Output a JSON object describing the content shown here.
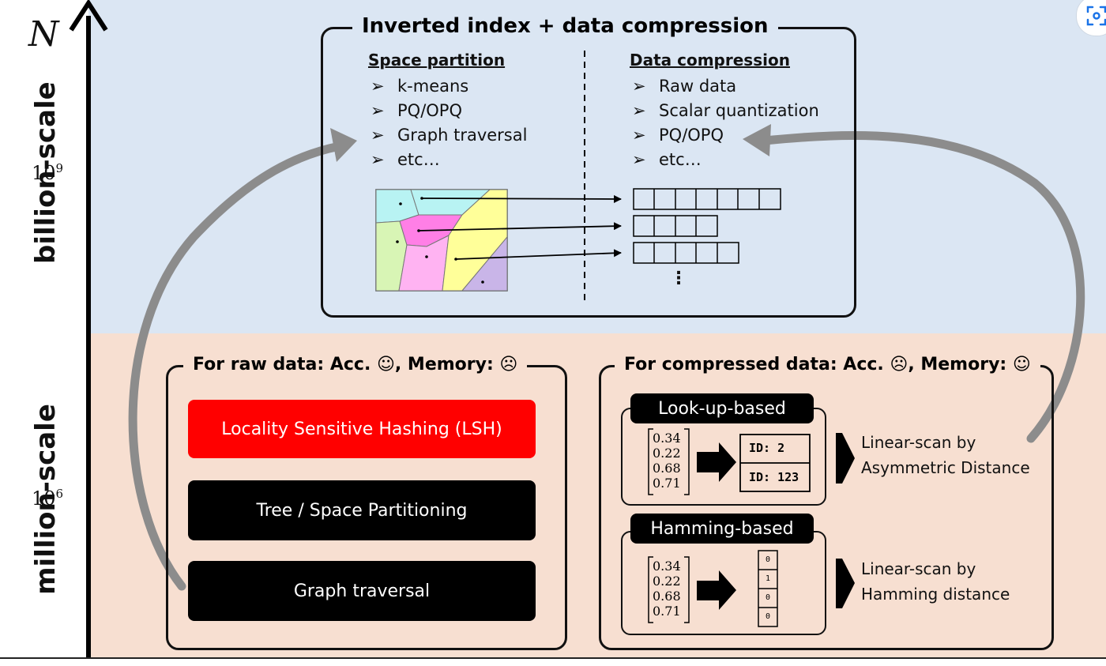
{
  "axis": {
    "n_label": "N",
    "tick_billion": "10",
    "tick_billion_exp": "9",
    "tick_million": "10",
    "tick_million_exp": "6"
  },
  "regions": {
    "billion": "billion-scale",
    "million": "million-scale"
  },
  "top_box": {
    "title": "Inverted index + data compression",
    "left_heading": "Space partition",
    "left_items": [
      "k-means",
      "PQ/OPQ",
      "Graph traversal",
      "etc…"
    ],
    "right_heading": "Data compression",
    "right_items": [
      "Raw data",
      "Scalar quantization",
      "PQ/OPQ",
      "etc…"
    ],
    "ellipsis": "⋮",
    "list_marker": "➢"
  },
  "raw_box": {
    "title": "For raw data: Acc. ☺, Memory: ☹",
    "methods": [
      "Locality Sensitive Hashing (LSH)",
      "Tree / Space Partitioning",
      "Graph traversal"
    ]
  },
  "comp_box": {
    "title": "For compressed data: Acc. ☹, Memory: ☺",
    "lookup_tag": "Look-up-based",
    "hamming_tag": "Hamming-based",
    "vector": [
      "0.34",
      "0.22",
      "0.68",
      "0.71"
    ],
    "ids": [
      "ID: 2",
      "ID: 123"
    ],
    "bits": [
      "0",
      "1",
      "0",
      "0"
    ],
    "lookup_desc": [
      "Linear-scan by",
      "Asymmetric Distance"
    ],
    "hamming_desc": [
      "Linear-scan by",
      "Hamming distance"
    ]
  },
  "colors": {
    "top_band": "#dbe6f3",
    "bottom_band": "#f7dfd1",
    "lsh": "#ff0000",
    "method": "#000000",
    "curve_arrow": "#8c8c8c",
    "voronoi": [
      "#b8f3f3",
      "#d8f5b5",
      "#ff7fe6",
      "#ffb3f2",
      "#ffff99",
      "#c9b5e8"
    ]
  },
  "icons": {
    "corner": "scan-icon"
  }
}
